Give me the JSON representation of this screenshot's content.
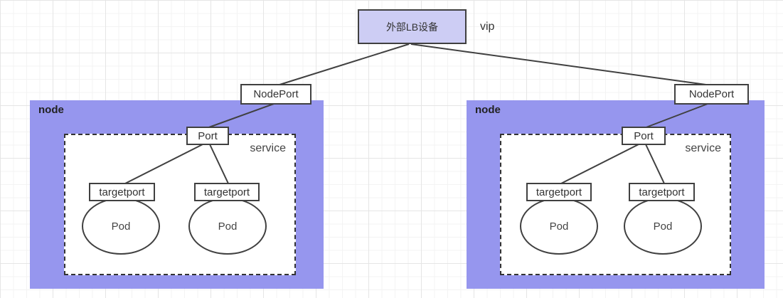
{
  "diagram": {
    "title_semantics": "kubernetes-nodeport-loadbalancer-diagram",
    "lb": {
      "label": "外部LB设备",
      "vip_label": "vip"
    },
    "nodes": [
      {
        "label": "node",
        "nodeport_label": "NodePort",
        "service_label": "service",
        "port_label": "Port",
        "targetports": [
          "targetport",
          "targetport"
        ],
        "pods": [
          "Pod",
          "Pod"
        ]
      },
      {
        "label": "node",
        "nodeport_label": "NodePort",
        "service_label": "service",
        "port_label": "Port",
        "targetports": [
          "targetport",
          "targetport"
        ],
        "pods": [
          "Pod",
          "Pod"
        ]
      }
    ],
    "colors": {
      "node_fill": "#9696ee",
      "lb_fill": "#cdcdf4",
      "shape_fill": "#ffffff",
      "stroke": "#404040",
      "grid_major": "#e5e5e5",
      "grid_minor": "#f3f3f3"
    }
  }
}
